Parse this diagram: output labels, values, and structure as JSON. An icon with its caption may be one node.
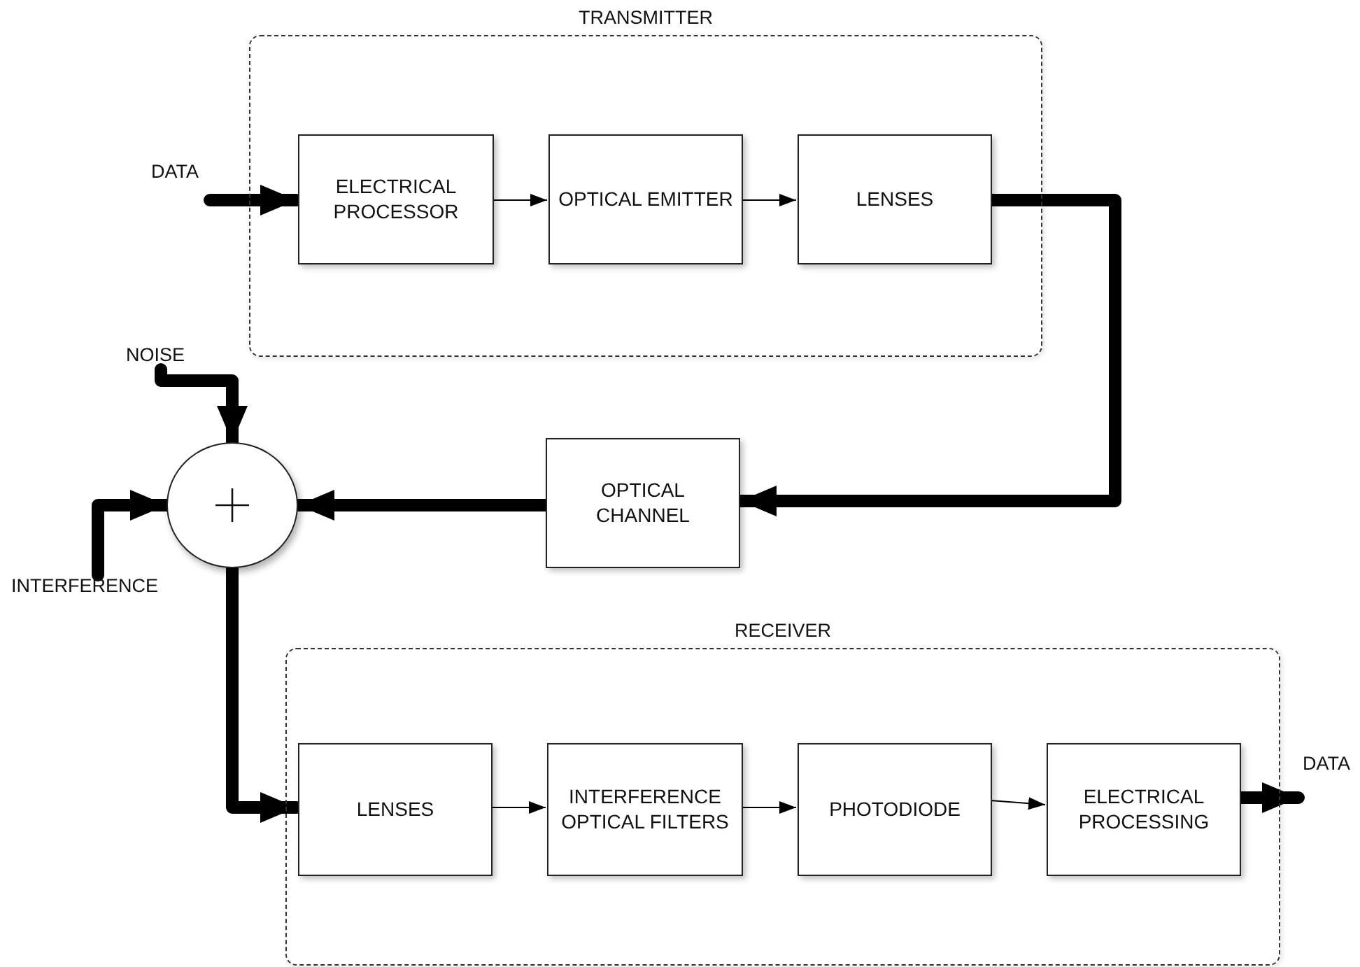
{
  "diagram": {
    "nodes": [
      {
        "text": [
          "TRANSMITTER"
        ]
      },
      {
        "text": [
          "ELECTRICAL PROCESSOR"
        ],
        "in": 0
      },
      {
        "text": [
          "OPTICAL EMITTER"
        ],
        "in": 0
      },
      {
        "text": [
          "LENSES"
        ],
        "in": 0
      },
      {
        "text": [
          "DATA"
        ]
      },
      {
        "text": [
          "NOISE"
        ]
      },
      {
        "text": [],
        "shape": "circle"
      },
      {
        "text": [
          "INTERFERENCE"
        ]
      },
      {
        "text": [
          "OPTICAL CHANNEL"
        ]
      },
      {
        "text": [
          "RECEIVER"
        ]
      },
      {
        "text": [
          "LENSES"
        ],
        "in": 9
      },
      {
        "text": [
          "INTERFERENCE OPTICAL FILTERS"
        ],
        "in": 9
      },
      {
        "text": [
          "PHOTODIODE"
        ],
        "in": 9
      },
      {
        "text": [
          "ELECTRICAL PROCESSING"
        ],
        "in": 9
      },
      {
        "text": [
          "DATA"
        ]
      }
    ],
    "edges": [
      {
        "from": 4,
        "to": 1,
        "arrow": "to"
      },
      {
        "from": 1,
        "to": 2,
        "arrow": "to"
      },
      {
        "from": 2,
        "to": 3,
        "arrow": "to"
      },
      {
        "from": 3,
        "to": 8,
        "arrow": "to"
      },
      {
        "from": 5,
        "to": 6,
        "arrow": "to"
      },
      {
        "from": 7,
        "to": 6,
        "arrow": "to"
      },
      {
        "from": 8,
        "to": 6,
        "arrow": "to"
      },
      {
        "from": 6,
        "to": 10,
        "arrow": "to"
      },
      {
        "from": 10,
        "to": 11,
        "arrow": "to"
      },
      {
        "from": 11,
        "to": 12,
        "arrow": "to"
      },
      {
        "from": 12,
        "to": 13,
        "arrow": "to"
      },
      {
        "from": 13,
        "to": 14,
        "arrow": "to"
      }
    ]
  }
}
